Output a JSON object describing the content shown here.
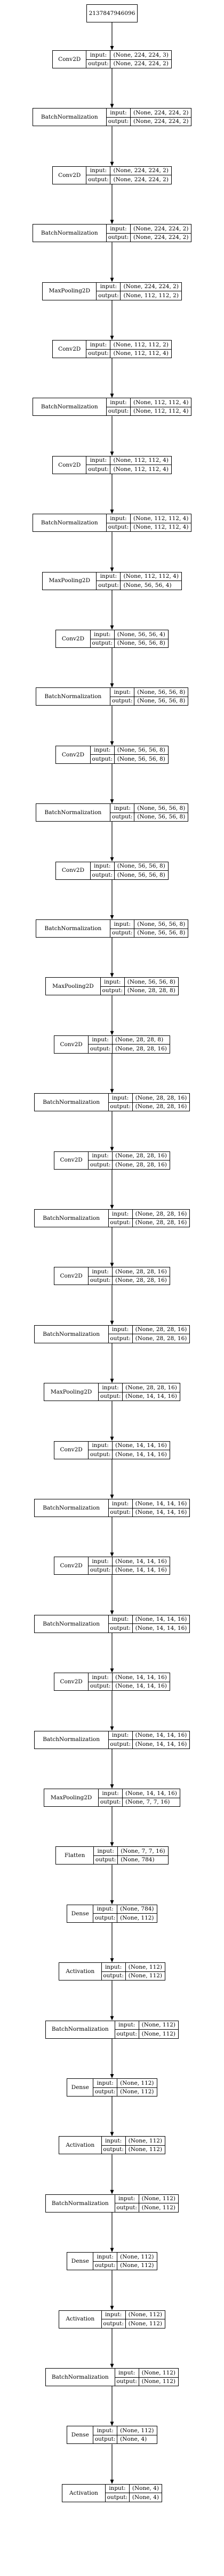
{
  "root_label": "2137847946096",
  "io_labels": {
    "input": "input:",
    "output": "output:"
  },
  "layers": [
    {
      "name": "Conv2D",
      "input": "(None, 224, 224, 3)",
      "output": "(None, 224, 224, 2)"
    },
    {
      "name": "BatchNormalization",
      "input": "(None, 224, 224, 2)",
      "output": "(None, 224, 224, 2)"
    },
    {
      "name": "Conv2D",
      "input": "(None, 224, 224, 2)",
      "output": "(None, 224, 224, 2)"
    },
    {
      "name": "BatchNormalization",
      "input": "(None, 224, 224, 2)",
      "output": "(None, 224, 224, 2)"
    },
    {
      "name": "MaxPooling2D",
      "input": "(None, 224, 224, 2)",
      "output": "(None, 112, 112, 2)"
    },
    {
      "name": "Conv2D",
      "input": "(None, 112, 112, 2)",
      "output": "(None, 112, 112, 4)"
    },
    {
      "name": "BatchNormalization",
      "input": "(None, 112, 112, 4)",
      "output": "(None, 112, 112, 4)"
    },
    {
      "name": "Conv2D",
      "input": "(None, 112, 112, 4)",
      "output": "(None, 112, 112, 4)"
    },
    {
      "name": "BatchNormalization",
      "input": "(None, 112, 112, 4)",
      "output": "(None, 112, 112, 4)"
    },
    {
      "name": "MaxPooling2D",
      "input": "(None, 112, 112, 4)",
      "output": "(None, 56, 56, 4)"
    },
    {
      "name": "Conv2D",
      "input": "(None, 56, 56, 4)",
      "output": "(None, 56, 56, 8)"
    },
    {
      "name": "BatchNormalization",
      "input": "(None, 56, 56, 8)",
      "output": "(None, 56, 56, 8)"
    },
    {
      "name": "Conv2D",
      "input": "(None, 56, 56, 8)",
      "output": "(None, 56, 56, 8)"
    },
    {
      "name": "BatchNormalization",
      "input": "(None, 56, 56, 8)",
      "output": "(None, 56, 56, 8)"
    },
    {
      "name": "Conv2D",
      "input": "(None, 56, 56, 8)",
      "output": "(None, 56, 56, 8)"
    },
    {
      "name": "BatchNormalization",
      "input": "(None, 56, 56, 8)",
      "output": "(None, 56, 56, 8)"
    },
    {
      "name": "MaxPooling2D",
      "input": "(None, 56, 56, 8)",
      "output": "(None, 28, 28, 8)"
    },
    {
      "name": "Conv2D",
      "input": "(None, 28, 28, 8)",
      "output": "(None, 28, 28, 16)"
    },
    {
      "name": "BatchNormalization",
      "input": "(None, 28, 28, 16)",
      "output": "(None, 28, 28, 16)"
    },
    {
      "name": "Conv2D",
      "input": "(None, 28, 28, 16)",
      "output": "(None, 28, 28, 16)"
    },
    {
      "name": "BatchNormalization",
      "input": "(None, 28, 28, 16)",
      "output": "(None, 28, 28, 16)"
    },
    {
      "name": "Conv2D",
      "input": "(None, 28, 28, 16)",
      "output": "(None, 28, 28, 16)"
    },
    {
      "name": "BatchNormalization",
      "input": "(None, 28, 28, 16)",
      "output": "(None, 28, 28, 16)"
    },
    {
      "name": "MaxPooling2D",
      "input": "(None, 28, 28, 16)",
      "output": "(None, 14, 14, 16)"
    },
    {
      "name": "Conv2D",
      "input": "(None, 14, 14, 16)",
      "output": "(None, 14, 14, 16)"
    },
    {
      "name": "BatchNormalization",
      "input": "(None, 14, 14, 16)",
      "output": "(None, 14, 14, 16)"
    },
    {
      "name": "Conv2D",
      "input": "(None, 14, 14, 16)",
      "output": "(None, 14, 14, 16)"
    },
    {
      "name": "BatchNormalization",
      "input": "(None, 14, 14, 16)",
      "output": "(None, 14, 14, 16)"
    },
    {
      "name": "Conv2D",
      "input": "(None, 14, 14, 16)",
      "output": "(None, 14, 14, 16)"
    },
    {
      "name": "BatchNormalization",
      "input": "(None, 14, 14, 16)",
      "output": "(None, 14, 14, 16)"
    },
    {
      "name": "MaxPooling2D",
      "input": "(None, 14, 14, 16)",
      "output": "(None, 7, 7, 16)"
    },
    {
      "name": "Flatten",
      "input": "(None, 7, 7, 16)",
      "output": "(None, 784)"
    },
    {
      "name": "Dense",
      "input": "(None, 784)",
      "output": "(None, 112)"
    },
    {
      "name": "Activation",
      "input": "(None, 112)",
      "output": "(None, 112)"
    },
    {
      "name": "BatchNormalization",
      "input": "(None, 112)",
      "output": "(None, 112)"
    },
    {
      "name": "Dense",
      "input": "(None, 112)",
      "output": "(None, 112)"
    },
    {
      "name": "Activation",
      "input": "(None, 112)",
      "output": "(None, 112)"
    },
    {
      "name": "BatchNormalization",
      "input": "(None, 112)",
      "output": "(None, 112)"
    },
    {
      "name": "Dense",
      "input": "(None, 112)",
      "output": "(None, 112)"
    },
    {
      "name": "Activation",
      "input": "(None, 112)",
      "output": "(None, 112)"
    },
    {
      "name": "BatchNormalization",
      "input": "(None, 112)",
      "output": "(None, 112)"
    },
    {
      "name": "Dense",
      "input": "(None, 112)",
      "output": "(None, 4)"
    },
    {
      "name": "Activation",
      "input": "(None, 4)",
      "output": "(None, 4)"
    }
  ]
}
